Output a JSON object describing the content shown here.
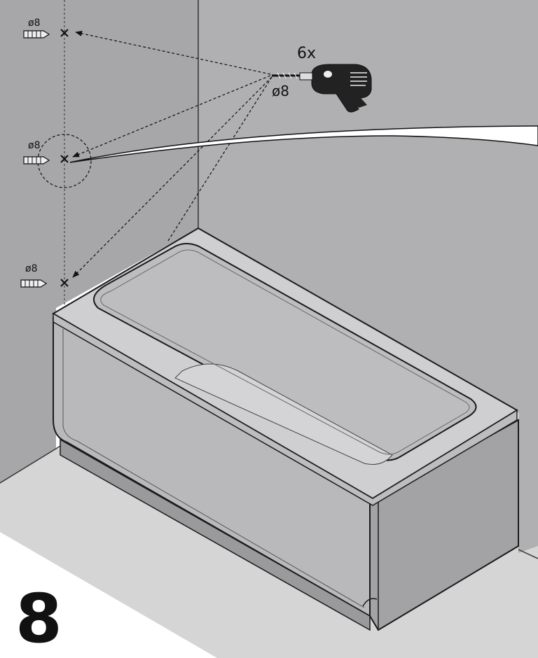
{
  "step": {
    "number": "8"
  },
  "drill": {
    "count": "6x",
    "diameter": "ø8",
    "icon": "power-drill-icon"
  },
  "plugs": [
    {
      "size": "ø8",
      "icon": "wall-plug-icon"
    },
    {
      "size": "ø8",
      "icon": "wall-plug-icon"
    },
    {
      "size": "ø8",
      "icon": "wall-plug-icon"
    }
  ],
  "colors": {
    "wall": "#a9a9ab",
    "floor": "#d5d5d5",
    "bathtub": "#c9c9cb",
    "panel": "#b9b9bb",
    "outline": "#1a1a1a"
  }
}
